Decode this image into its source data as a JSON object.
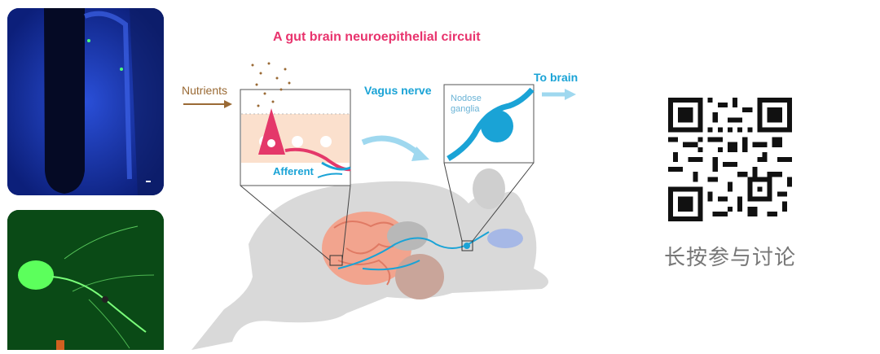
{
  "diagram": {
    "title": "A gut brain neuroepithelial circuit",
    "labels": {
      "nutrients": "Nutrients",
      "afferent": "Afferent",
      "vagus_nerve": "Vagus nerve",
      "nodose_ganglia_line1": "Nodose",
      "nodose_ganglia_line2": "ganglia",
      "to_brain": "To brain"
    },
    "colors": {
      "title": "#e8336d",
      "nerve": "#1aa3d6",
      "cell": "#e4386a",
      "mouse": "#d4d4d4",
      "gut": "#f0a08a",
      "label_brown": "#9a6a35"
    }
  },
  "qr": {
    "caption": "长按参与讨论"
  },
  "icons": {
    "qr": "qr-code-icon"
  }
}
